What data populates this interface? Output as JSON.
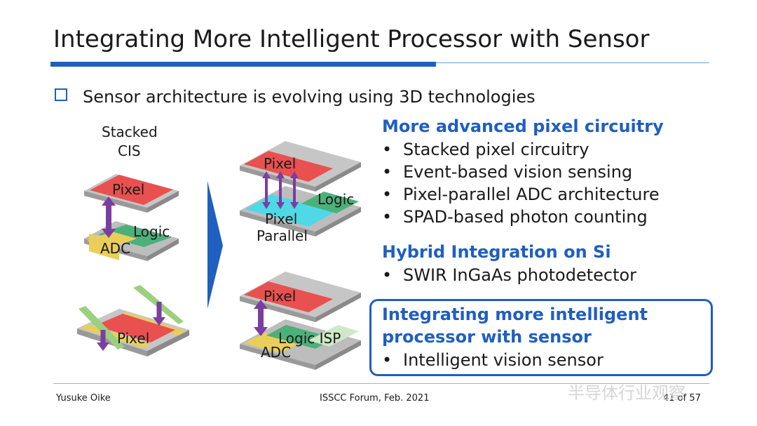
{
  "slide": {
    "title": "Integrating More Intelligent Processor with Sensor",
    "subtitle": "Sensor architecture is evolving using 3D technologies",
    "sections": [
      {
        "heading": "More advanced pixel circuitry",
        "bullets": [
          "Stacked pixel circuitry",
          "Event-based vision sensing",
          "Pixel-parallel ADC architecture",
          "SPAD-based photon counting"
        ]
      },
      {
        "heading": "Hybrid Integration on Si",
        "bullets": [
          "SWIR InGaAs photodetector"
        ]
      },
      {
        "heading_line1": "Integrating more intelligent",
        "heading_line2": "processor with sensor",
        "bullets": [
          "Intelligent vision sensor"
        ]
      }
    ],
    "bullet_char": "•",
    "diagram": {
      "stacked_label_1": "Stacked",
      "stacked_label_2": "CIS",
      "pixel": "Pixel",
      "logic": "Logic",
      "adc": "ADC",
      "pixel_parallel_1": "Pixel",
      "pixel_parallel_2": "Parallel",
      "logic_isp": "Logic ISP"
    },
    "footer": {
      "author": "Yusuke Oike",
      "event": "ISSCC Forum, Feb. 2021",
      "page": "41 of 57"
    },
    "watermark": "半导体行业观察",
    "colors": {
      "accent": "#1f5fbf",
      "pixel": "#e8514f",
      "logic": "#4cb07a",
      "adc": "#e9cf5a",
      "parallel": "#4fd8e6",
      "arrow": "#7a3ea0"
    }
  }
}
